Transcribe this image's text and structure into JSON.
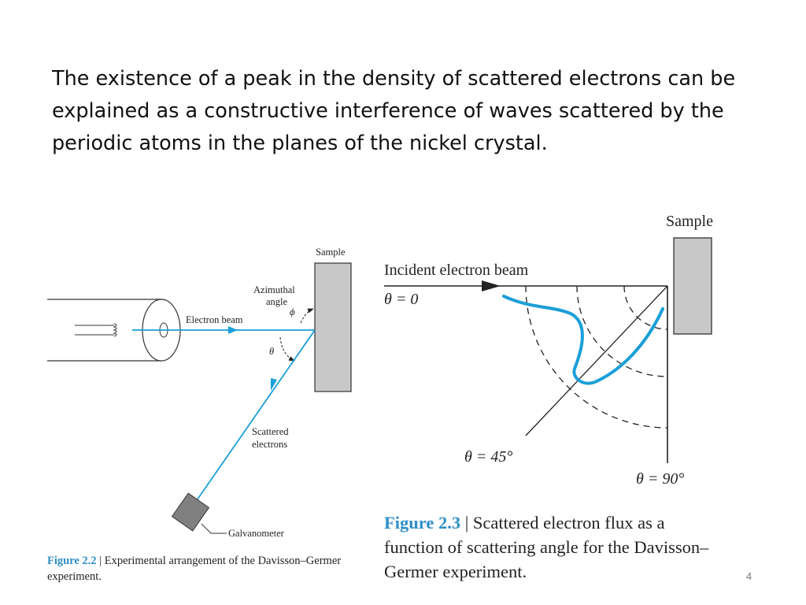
{
  "paragraph": "The existence of a peak in the density of scattered electrons can be explained as a constructive interference of waves scattered by the periodic atoms in the planes of the nickel crystal.",
  "figure_left": {
    "sample_label": "Sample",
    "azimuthal_label_1": "Azimuthal",
    "azimuthal_label_2": "angle",
    "phi_label": "ϕ",
    "theta_label": "θ",
    "beam_label": "Electron beam",
    "scattered_label_1": "Scattered",
    "scattered_label_2": "electrons",
    "galvanometer_label": "Galvanometer",
    "caption_number": "Figure 2.2",
    "caption_sep": " | ",
    "caption_text": "Experimental arrangement of the Davisson–Germer experiment."
  },
  "figure_right": {
    "sample_label": "Sample",
    "incident_label": "Incident electron beam",
    "theta0_label": "θ = 0",
    "theta45_label": "θ = 45°",
    "theta90_label": "θ = 90°",
    "caption_number": "Figure 2.3",
    "caption_sep": " | ",
    "caption_text": "Scattered electron flux as a function of scattering angle for the Davisson–Germer experiment."
  },
  "slide_number": "4",
  "colors": {
    "accent": "#2e8ec8",
    "beam": "#1a9fd8",
    "sample_fill": "#c8c8c8"
  }
}
